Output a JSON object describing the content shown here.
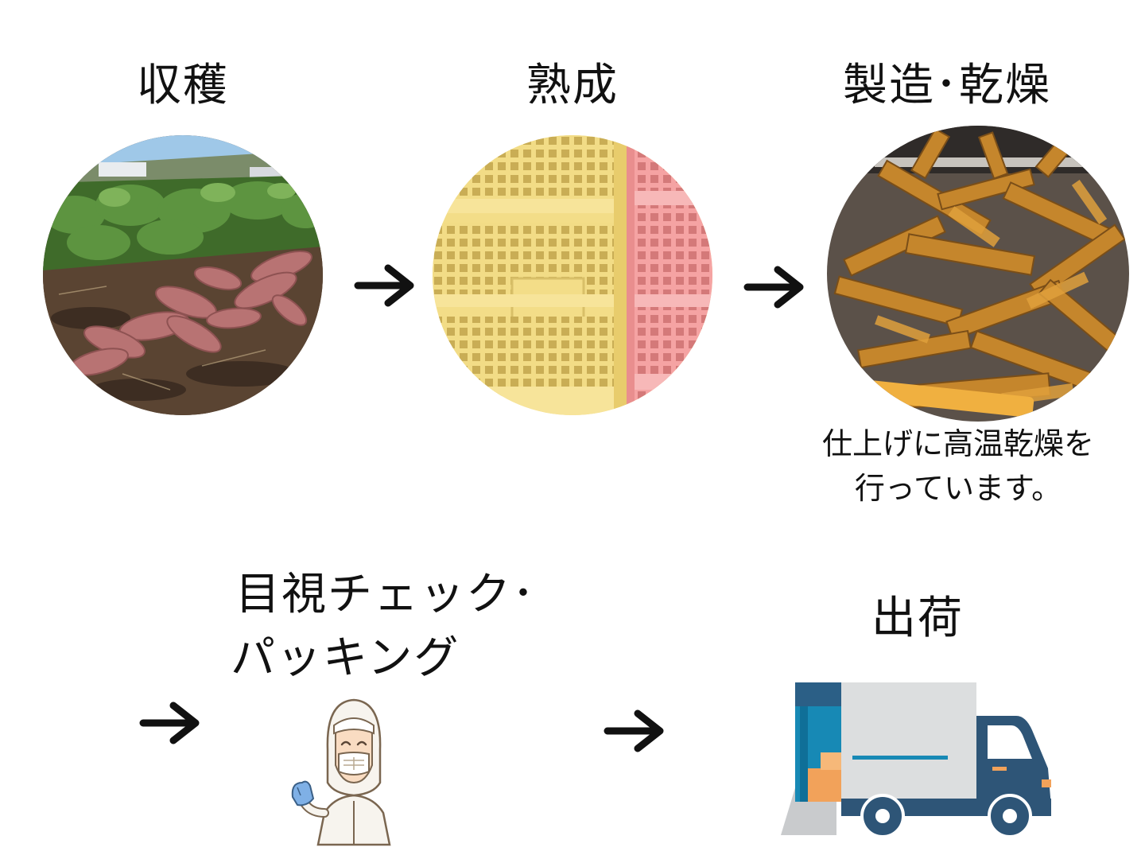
{
  "steps": {
    "harvest": {
      "title": "収穫"
    },
    "aging": {
      "title": "熟成"
    },
    "manufacture": {
      "title": "製造･乾燥",
      "caption_line1": "仕上げに高温乾燥を",
      "caption_line2": "行っています。"
    },
    "check": {
      "title_line1": "目視チェック･",
      "title_line2": "パッキング"
    },
    "shipping": {
      "title": "出荷"
    }
  },
  "icons": {
    "arrow": "arrow-right-icon",
    "worker": "worker-illustration",
    "truck": "delivery-truck-icon"
  },
  "colors": {
    "truck_cab": "#2e5577",
    "truck_box": "#dcdedf",
    "truck_top": "#2b5f86",
    "truck_door": "#1789b5",
    "parcel": "#f2a25a"
  }
}
